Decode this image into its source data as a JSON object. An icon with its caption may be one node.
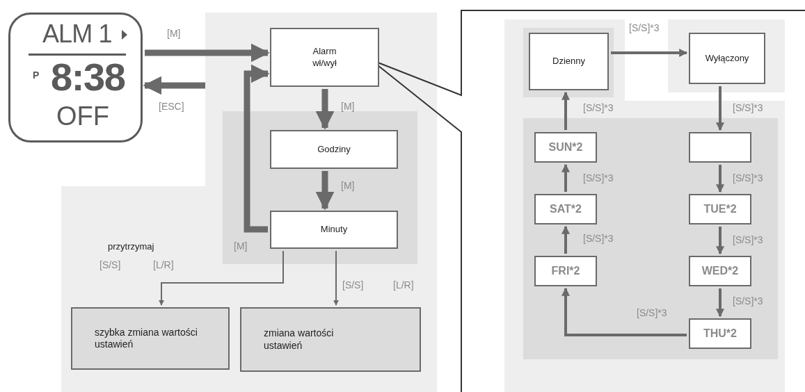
{
  "diagram": {
    "nodes": [
      {
        "text": [
          "ALM 1",
          "P",
          "8:38",
          "OFF"
        ]
      },
      {
        "text": [
          "Alarm wł/wył"
        ]
      },
      {
        "text": [
          "Godziny"
        ]
      },
      {
        "text": [
          "Minuty"
        ]
      },
      {
        "text": [
          "szybka zmiana wartości ustawień"
        ]
      },
      {
        "text": [
          "zmiana wartości ustawień"
        ]
      },
      {
        "text": [
          "Dzienny"
        ]
      },
      {
        "text": [
          "Wyłączony"
        ]
      },
      {
        "text": [],
        "shape": "box"
      },
      {
        "text": [
          "TUE*2"
        ]
      },
      {
        "text": [
          "WED*2"
        ]
      },
      {
        "text": [
          "THU*2"
        ]
      },
      {
        "text": [
          "FRI*2"
        ]
      },
      {
        "text": [
          "SAT*2"
        ]
      },
      {
        "text": [
          "SUN*2"
        ]
      }
    ],
    "edges": [
      {
        "from": 0,
        "to": 1,
        "arrow": "to",
        "label": "[M]",
        "style": "thick"
      },
      {
        "from": null,
        "to": 0,
        "arrow": "to",
        "label": "[ESC]",
        "style": "thick"
      },
      {
        "from": 1,
        "to": 2,
        "arrow": "to",
        "label": "[M]",
        "style": "thick"
      },
      {
        "from": 2,
        "to": 3,
        "arrow": "to",
        "label": "[M]",
        "style": "thick"
      },
      {
        "from": 3,
        "to": 1,
        "arrow": "to",
        "label": "[M]",
        "style": "thick"
      },
      {
        "from": 3,
        "to": 4,
        "arrow": "to"
      },
      {
        "from": 3,
        "to": 5,
        "arrow": "to",
        "label": "[S/S]"
      },
      {
        "from": 6,
        "to": 7,
        "arrow": "to",
        "label": "[S/S]*3"
      },
      {
        "from": 7,
        "to": 8,
        "arrow": "to",
        "label": "[S/S]*3"
      },
      {
        "from": 8,
        "to": 9,
        "arrow": "to",
        "label": "[S/S]*3"
      },
      {
        "from": 9,
        "to": 10,
        "arrow": "to",
        "label": "[S/S]*3"
      },
      {
        "from": 10,
        "to": 11,
        "arrow": "to",
        "label": "[S/S]*3"
      },
      {
        "from": 11,
        "to": 12,
        "arrow": "to",
        "label": "[S/S]*3"
      },
      {
        "from": 12,
        "to": 13,
        "arrow": "to",
        "label": "[S/S]*3"
      },
      {
        "from": 13,
        "to": 14,
        "arrow": "to",
        "label": "[S/S]*3"
      },
      {
        "from": 14,
        "to": 6,
        "arrow": "to",
        "label": "[S/S]*3"
      }
    ],
    "labels": [
      "przytrzymaj",
      "[S/S]",
      "[L/R]",
      "[L/R]"
    ]
  }
}
